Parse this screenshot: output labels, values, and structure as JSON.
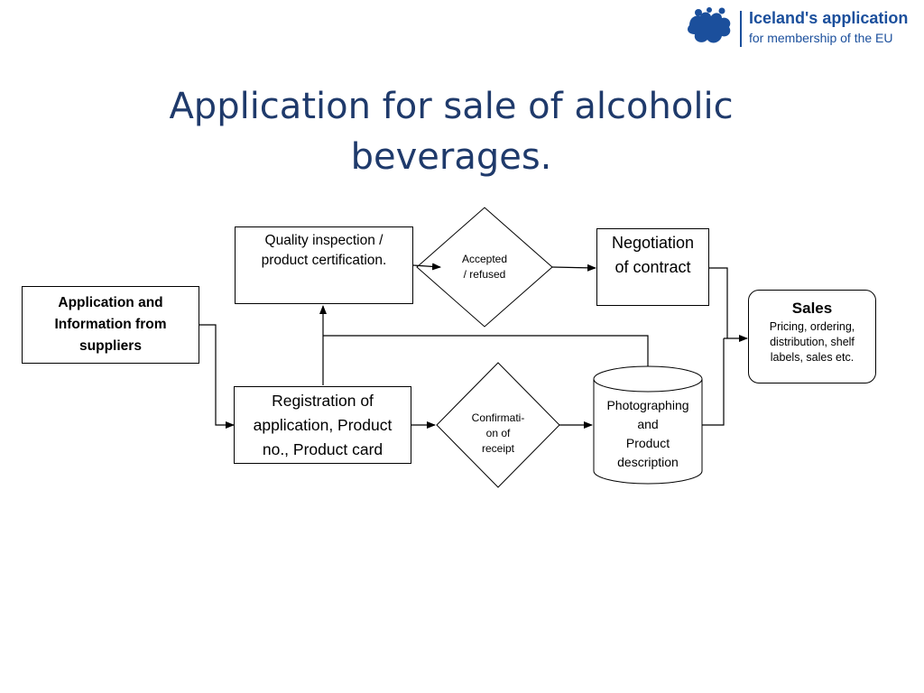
{
  "logo": {
    "line1": "Iceland's application",
    "line2": "for membership of the EU",
    "brand_color": "#1b4f9c"
  },
  "slide": {
    "title_line1": "Application for sale of alcoholic",
    "title_line2": "beverages.",
    "title_color": "#1f3a6b"
  },
  "nodes": {
    "applications": {
      "lines": [
        "Application and",
        "Information from",
        "suppliers"
      ]
    },
    "quality": {
      "lines": [
        "Quality inspection /",
        "product certification."
      ]
    },
    "accepted": {
      "lines": [
        "Accepted",
        "/ refused"
      ]
    },
    "negotiation": {
      "lines": [
        "Negotiation",
        "of contract"
      ]
    },
    "sales": {
      "heading": "Sales",
      "lines": [
        "Pricing, ordering,",
        "distribution, shelf",
        "labels, sales etc."
      ]
    },
    "registration": {
      "lines": [
        "Registration of",
        "application, Product",
        "no., Product card"
      ]
    },
    "confirmation": {
      "lines": [
        "Confirmati-",
        "on of",
        "receipt"
      ]
    },
    "photographing": {
      "lines": [
        "Photographing",
        "and",
        "Product",
        "description"
      ]
    }
  }
}
